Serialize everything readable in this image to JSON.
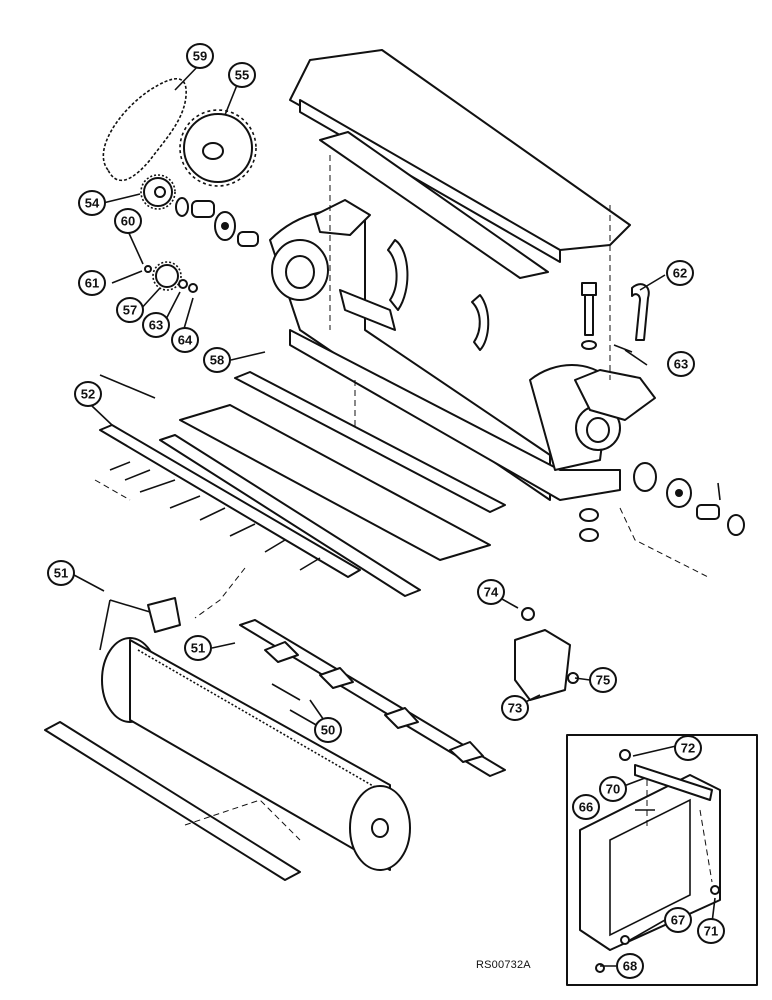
{
  "figure_code": "RS00732A",
  "callouts": [
    "59",
    "55",
    "54",
    "60",
    "61",
    "57",
    "63",
    "64",
    "58",
    "62",
    "63",
    "52",
    "51",
    "74",
    "51",
    "75",
    "73",
    "50",
    "72",
    "70",
    "66",
    "71",
    "67",
    "68"
  ],
  "colors": {
    "ink": "#111111",
    "paper": "#ffffff"
  }
}
